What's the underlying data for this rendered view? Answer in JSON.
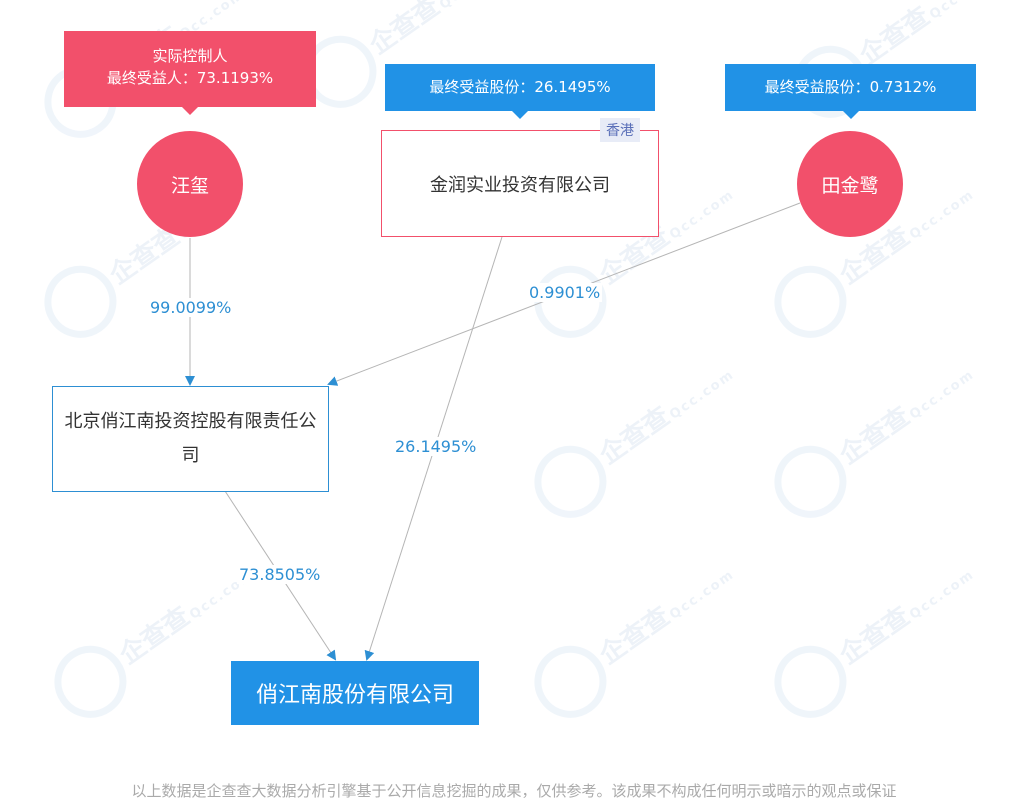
{
  "watermark": {
    "brand": "企查查",
    "domain": "Qcc.com"
  },
  "controller_callout": {
    "line1": "实际控制人",
    "line2": "最终受益人：73.1193%"
  },
  "jinrun_callout": "最终受益股份：26.1495%",
  "tian_callout": "最终受益股份：0.7312%",
  "persons": {
    "wang": "汪玺",
    "tian": "田金鹭"
  },
  "companies": {
    "jinrun": "金润实业投资有限公司",
    "jinrun_tag": "香港",
    "beijing": "北京俏江南投资控股有限责任公司",
    "target": "俏江南股份有限公司"
  },
  "percentages": {
    "wang_to_beijing": "99.0099%",
    "tian_to_beijing": "0.9901%",
    "jinrun_to_target": "26.1495%",
    "beijing_to_target": "73.8505%"
  },
  "colors": {
    "person": "#f2506b",
    "accent_blue": "#2192e6",
    "line": "#b5b5b5"
  },
  "footer": "以上数据是企查查大数据分析引擎基于公开信息挖掘的成果，仅供参考。该成果不构成任何明示或暗示的观点或保证"
}
